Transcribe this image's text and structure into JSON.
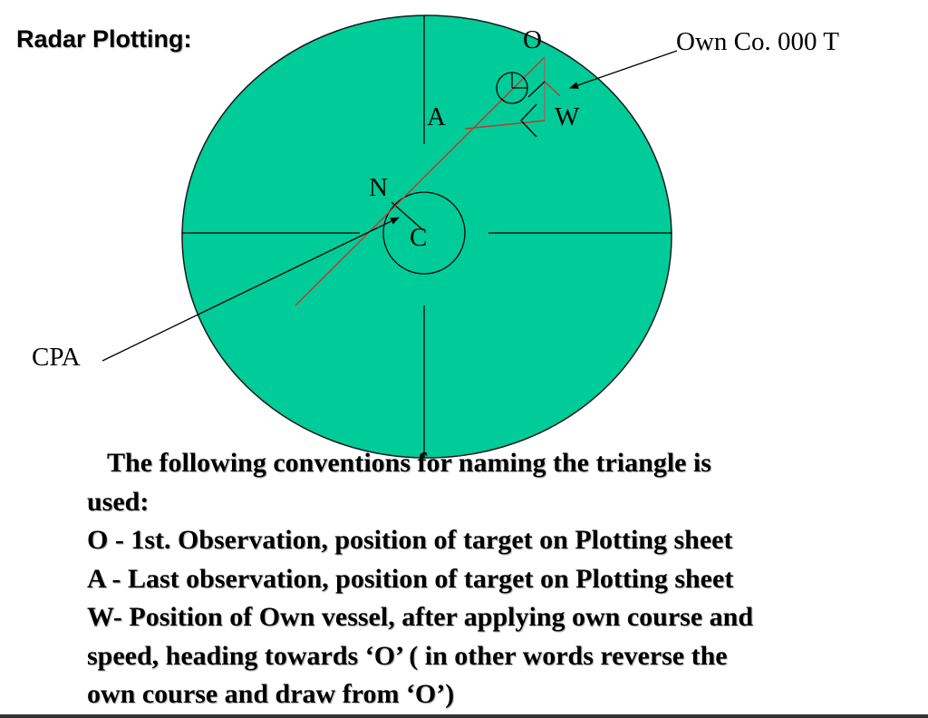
{
  "title": "Radar Plotting:",
  "colors": {
    "plot_fill": "#00CC99",
    "relative_motion_line": "#C0392B",
    "line": "#000000"
  },
  "labels": {
    "O": "O",
    "A": "A",
    "W": "W",
    "N": "N",
    "C": "C",
    "own_course": "Own Co. 000 T",
    "cpa": "CPA"
  },
  "description": {
    "intro_line1": "The following conventions for naming the triangle is",
    "intro_line2": "used:",
    "items": [
      "O - 1st. Observation, position of target on Plotting sheet",
      "A - Last observation, position of target on Plotting sheet",
      "W- Position of Own vessel, after applying own course and",
      "speed, heading towards ‘O’ ( in other words reverse the",
      "own course and draw from ‘O’)"
    ]
  }
}
